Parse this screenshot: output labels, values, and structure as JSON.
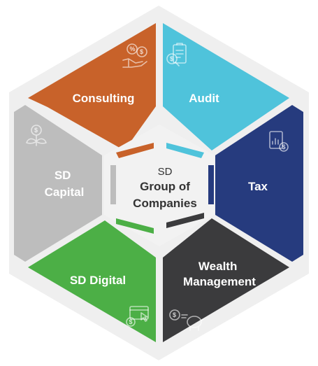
{
  "diagram": {
    "center": {
      "line1": "SD",
      "line2": "Group of",
      "line3": "Companies"
    },
    "segments": [
      {
        "id": "consulting",
        "label_lines": [
          "Consulting"
        ],
        "color": "#C8622A",
        "icon": "hand-money-icon"
      },
      {
        "id": "audit",
        "label_lines": [
          "Audit"
        ],
        "color": "#4FC3DB",
        "icon": "clipboard-magnifier-icon"
      },
      {
        "id": "tax",
        "label_lines": [
          "Tax"
        ],
        "color": "#263B7E",
        "icon": "tax-document-icon"
      },
      {
        "id": "wealth-management",
        "label_lines": [
          "Wealth",
          "Management"
        ],
        "color": "#3B3B3D",
        "icon": "piggy-bank-icon"
      },
      {
        "id": "sd-digital",
        "label_lines": [
          "SD Digital"
        ],
        "color": "#4CAF46",
        "icon": "browser-cursor-icon"
      },
      {
        "id": "sd-capital",
        "label_lines": [
          "SD",
          "Capital"
        ],
        "color": "#BDBDBD",
        "icon": "money-plant-icon"
      }
    ],
    "frame_color": "#EFEFEF",
    "inner_color": "#F2F2F2"
  }
}
